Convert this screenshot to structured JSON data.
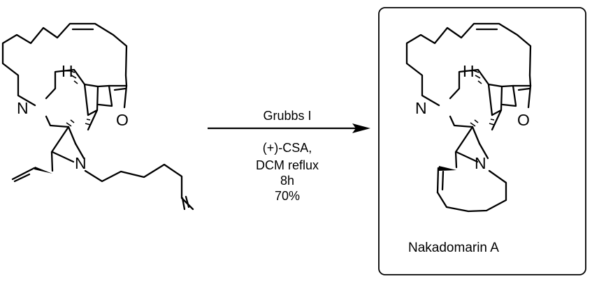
{
  "reaction": {
    "reagent": "Grubbs I",
    "conditions": [
      "(+)-CSA,",
      "DCM reflux",
      "8h",
      "70%"
    ]
  },
  "starting_material": {
    "atom_labels": {
      "nitrogen_upper": "N",
      "nitrogen_lower": "N",
      "oxygen": "O",
      "hydrogen": "H"
    }
  },
  "product": {
    "name": "Nakadomarin A",
    "atom_labels": {
      "nitrogen_upper": "N",
      "nitrogen_lower": "N",
      "oxygen": "O",
      "hydrogen": "H"
    }
  },
  "colors": {
    "ink": "#000000",
    "background": "#ffffff",
    "box_border": "#000000"
  }
}
